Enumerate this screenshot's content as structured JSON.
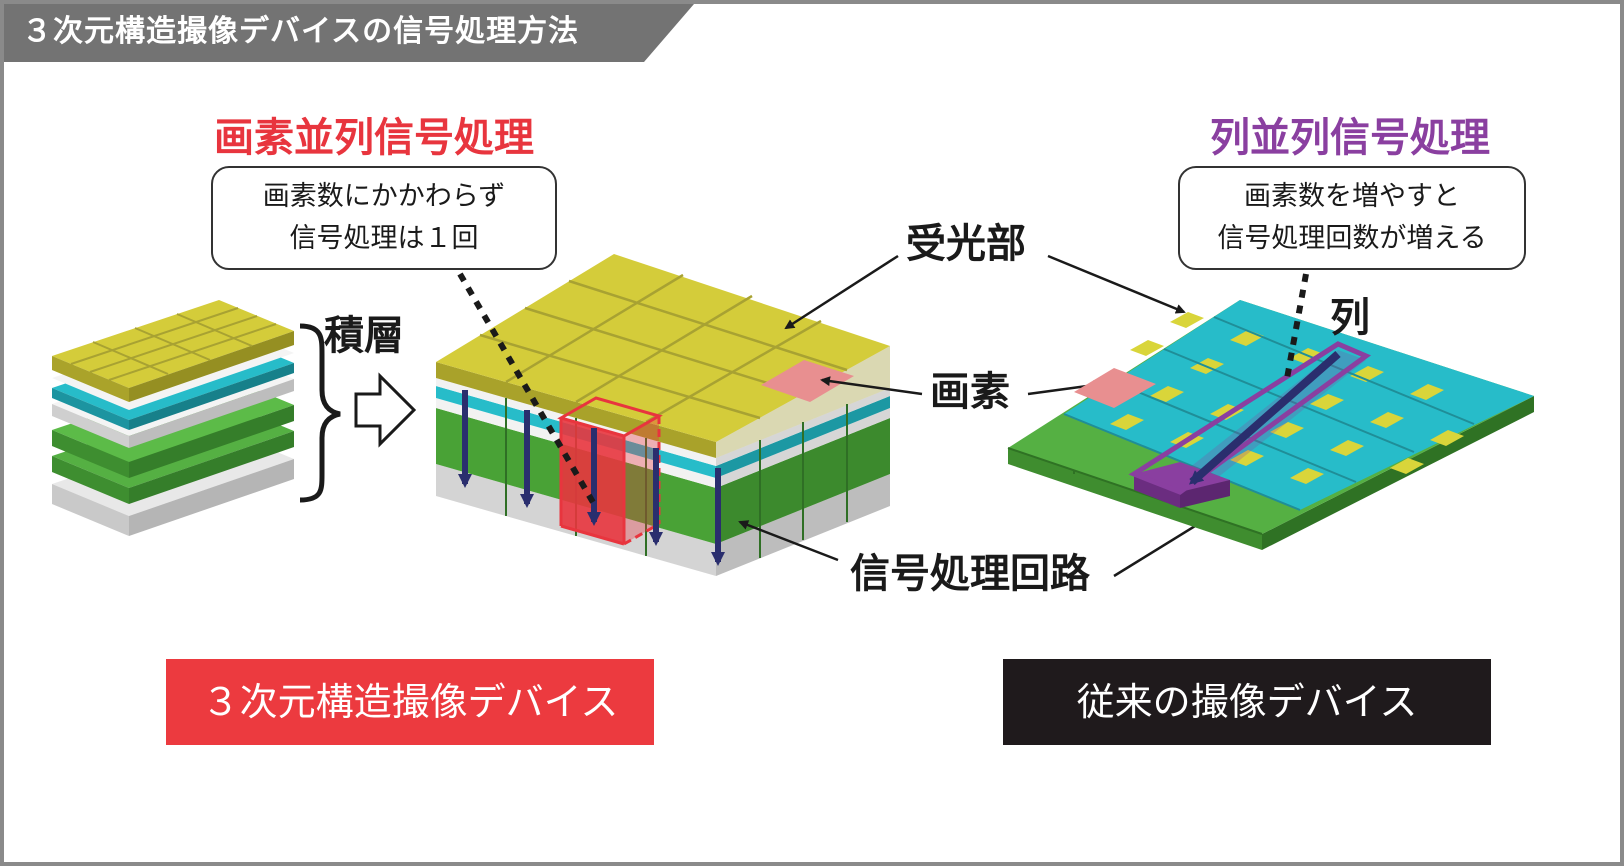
{
  "header": {
    "title": "３次元構造撮像デバイスの信号処理方法"
  },
  "left": {
    "stack_label": "積層",
    "pixel_parallel_title": "画素並列信号処理",
    "callout_line1": "画素数にかかわらず",
    "callout_line2": "信号処理は１回",
    "device_label": "３次元構造撮像デバイス"
  },
  "center": {
    "light_receiving": "受光部",
    "pixel": "画素",
    "signal_circuit": "信号処理回路"
  },
  "right": {
    "column_parallel_title": "列並列信号処理",
    "callout_line1": "画素数を増やすと",
    "callout_line2": "信号処理回数が増える",
    "column_label": "列",
    "device_label": "従来の撮像デバイス"
  },
  "colors": {
    "header_bg": "#737373",
    "yellow": "#d4cc3a",
    "green": "#4fa83c",
    "cyan": "#27bcc9",
    "pink": "#e88f90",
    "red": "#e8353e",
    "purple": "#8a3fa0",
    "navy": "#2a2e6e",
    "black_box": "#1f1a1c"
  }
}
